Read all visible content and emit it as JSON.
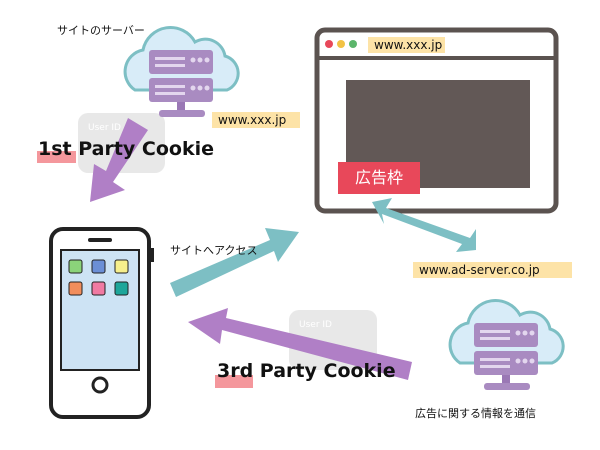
{
  "site_server": {
    "label": "サイトのサーバー",
    "domain": "www.xxx.jp"
  },
  "first_party": {
    "label": "1st Party Cookie",
    "card_label": "User ID"
  },
  "browser": {
    "address": "www.xxx.jp",
    "ad_slot_label": "広告枠"
  },
  "ad_server": {
    "domain": "www.ad-server.co.jp",
    "caption": "広告に関する情報を通信"
  },
  "access": {
    "label": "サイトへアクセス"
  },
  "third_party": {
    "label": "3rd Party Cookie",
    "card_label": "User ID"
  },
  "colors": {
    "purple": "#b07fc6",
    "teal": "#7dbfc4",
    "yellow": "#fde3a7",
    "red": "#e8485a",
    "dark": "#5b5350"
  }
}
